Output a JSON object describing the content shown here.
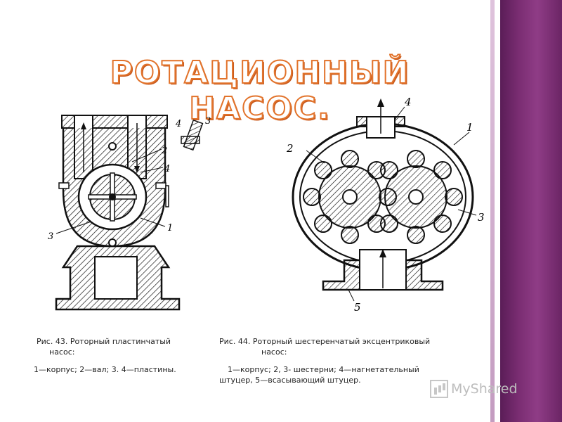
{
  "title": "РОТАЦИОННЫЙ НАСОС.",
  "left_figure": {
    "caption_line1": "Рис. 43.   Роторный   пластинчатый",
    "caption_line2": "насос:",
    "legend": "1—корпус; 2—вал; 3. 4—пластины.",
    "labels": [
      "4",
      "3",
      "2",
      "4",
      "1",
      "3"
    ]
  },
  "right_figure": {
    "caption_line1": "Рис. 44. Роторный шестеренчатый  эксцентриковый",
    "caption_line2": "насос:",
    "legend_line1": "1—корпус;  2,   3- шестерни; 4—нагнетательный",
    "legend_line2": "штуцер,  5—всасывающий штуцер.",
    "labels": [
      "4",
      "1",
      "2",
      "3",
      "5"
    ]
  },
  "watermark": "MyShared"
}
